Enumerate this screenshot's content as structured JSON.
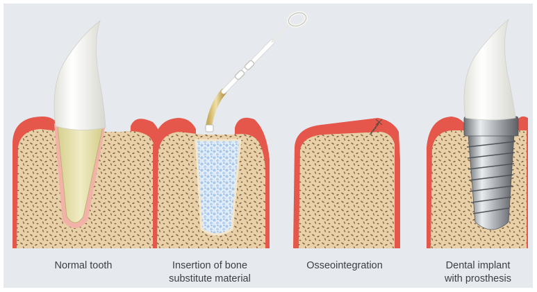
{
  "stages": [
    {
      "id": "normal-tooth",
      "caption_lines": [
        "Normal tooth"
      ]
    },
    {
      "id": "bone-substitute",
      "caption_lines": [
        "Insertion of bone",
        "substitute material"
      ]
    },
    {
      "id": "osseointegration",
      "caption_lines": [
        "Osseointegration"
      ]
    },
    {
      "id": "dental-implant",
      "caption_lines": [
        "Dental implant",
        "with prosthesis"
      ]
    }
  ],
  "colors": {
    "background": "#e6eaee",
    "gum": "#e4574a",
    "bone": "#e8d0a8",
    "bone_pores": "#8a6a4a",
    "crown": "#f7f7f2",
    "root": "#e6e2b0",
    "granules": "#a8c8ea",
    "implant": "#b8bcc0",
    "syringe_tip": "#d9c27a"
  }
}
